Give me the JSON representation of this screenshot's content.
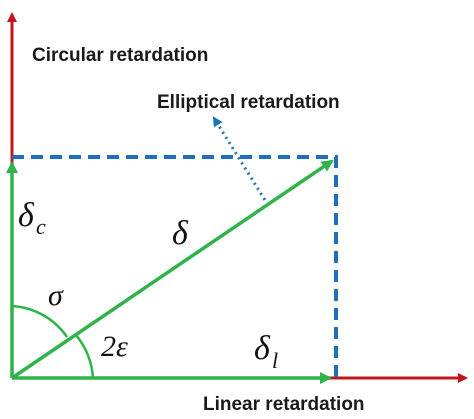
{
  "labels": {
    "circular": "Circular retardation",
    "elliptical": "Elliptical retardation",
    "linear": "Linear retardation",
    "delta": "δ",
    "delta_c_main": "δ",
    "delta_c_sub": "c",
    "delta_l_main": "δ",
    "delta_l_sub": "l",
    "sigma": "σ",
    "two_epsilon": "2ε"
  },
  "colors": {
    "axis": "#c0161e",
    "vector": "#2fb34a",
    "dashed": "#1f6fc0",
    "text": "#1a1a1a"
  }
}
